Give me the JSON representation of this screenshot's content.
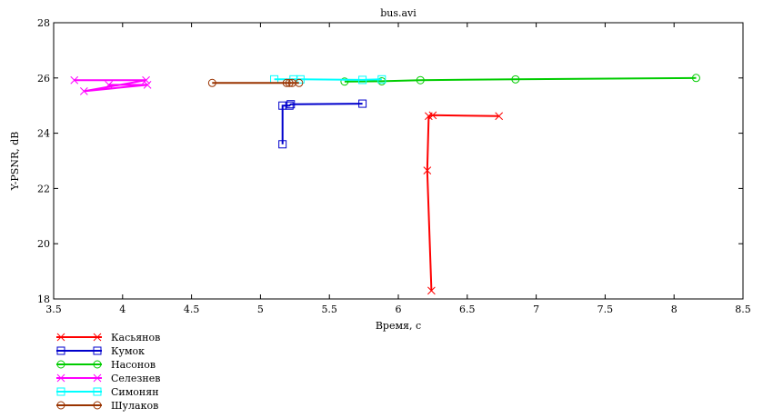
{
  "chart_data": {
    "type": "line",
    "title": "bus.avi",
    "xlabel": "Время, с",
    "ylabel": "Y-PSNR, dB",
    "xlim": [
      3.5,
      8.5
    ],
    "ylim": [
      18,
      28
    ],
    "xticks": [
      "3.5",
      "4",
      "4.5",
      "5",
      "5.5",
      "6",
      "6.5",
      "7",
      "7.5",
      "8",
      "8.5"
    ],
    "yticks": [
      "18",
      "20",
      "22",
      "24",
      "26",
      "28"
    ],
    "grid": false,
    "legend_position": "bottom-left-outside",
    "series": [
      {
        "name": "Касьянов",
        "color": "#ff0000",
        "marker": "x",
        "points": [
          [
            6.24,
            18.3
          ],
          [
            6.21,
            22.65
          ],
          [
            6.22,
            24.62
          ],
          [
            6.25,
            24.65
          ],
          [
            6.73,
            24.62
          ]
        ]
      },
      {
        "name": "Кумок",
        "color": "#0000cc",
        "marker": "square",
        "points": [
          [
            5.16,
            23.6
          ],
          [
            5.16,
            25.0
          ],
          [
            5.21,
            25.0
          ],
          [
            5.22,
            25.05
          ],
          [
            5.74,
            25.07
          ]
        ]
      },
      {
        "name": "Насонов",
        "color": "#00cc00",
        "marker": "circle",
        "points": [
          [
            5.61,
            25.87
          ],
          [
            5.88,
            25.88
          ],
          [
            6.16,
            25.92
          ],
          [
            6.85,
            25.95
          ],
          [
            8.16,
            26.0
          ]
        ]
      },
      {
        "name": "Селезнев",
        "color": "#ff00ff",
        "marker": "x",
        "points": [
          [
            3.65,
            25.92
          ],
          [
            4.17,
            25.92
          ],
          [
            3.72,
            25.52
          ],
          [
            4.18,
            25.75
          ],
          [
            3.9,
            25.75
          ]
        ]
      },
      {
        "name": "Симонян",
        "color": "#00ffff",
        "marker": "square",
        "points": [
          [
            5.1,
            25.95
          ],
          [
            5.24,
            25.95
          ],
          [
            5.29,
            25.95
          ],
          [
            5.74,
            25.93
          ],
          [
            5.88,
            25.95
          ]
        ]
      },
      {
        "name": "Шулаков",
        "color": "#993300",
        "marker": "circle",
        "points": [
          [
            4.65,
            25.82
          ],
          [
            5.19,
            25.82
          ],
          [
            5.21,
            25.82
          ],
          [
            5.23,
            25.82
          ],
          [
            5.28,
            25.82
          ]
        ]
      }
    ]
  }
}
